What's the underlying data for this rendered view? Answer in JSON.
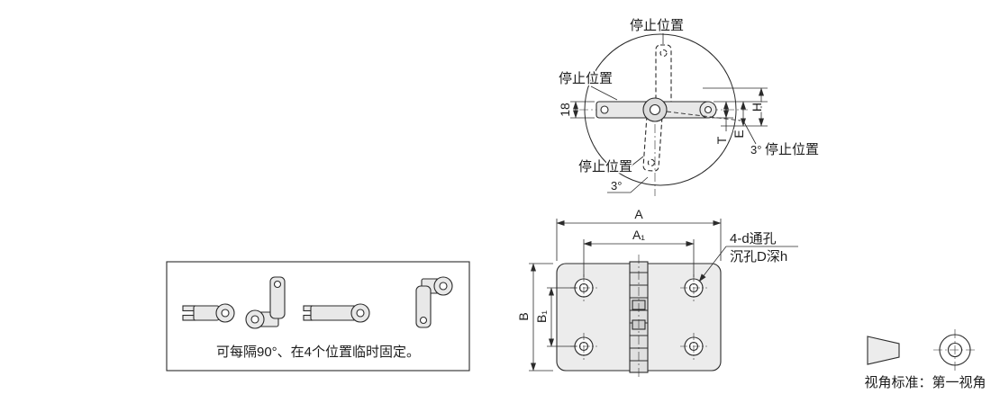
{
  "rotation_diagram": {
    "stop_top": "停止位置",
    "stop_left": "停止位置",
    "stop_bottom": "停止位置",
    "stop_right": "停止位置",
    "dim_width": "18",
    "dim_H": "H",
    "dim_E": "E",
    "dim_T": "T",
    "angle_right": "3°",
    "angle_bottom": "3°"
  },
  "note_box": {
    "caption": "可每隔90°、在4个位置临时固定。"
  },
  "plan_view": {
    "dim_A": "A",
    "dim_A1": "A₁",
    "dim_B": "B",
    "dim_B1": "B₁",
    "hole_note_line1": "4-d通孔",
    "hole_note_line2": "沉孔D深h"
  },
  "projection": {
    "caption": "视角标准：第一视角"
  }
}
